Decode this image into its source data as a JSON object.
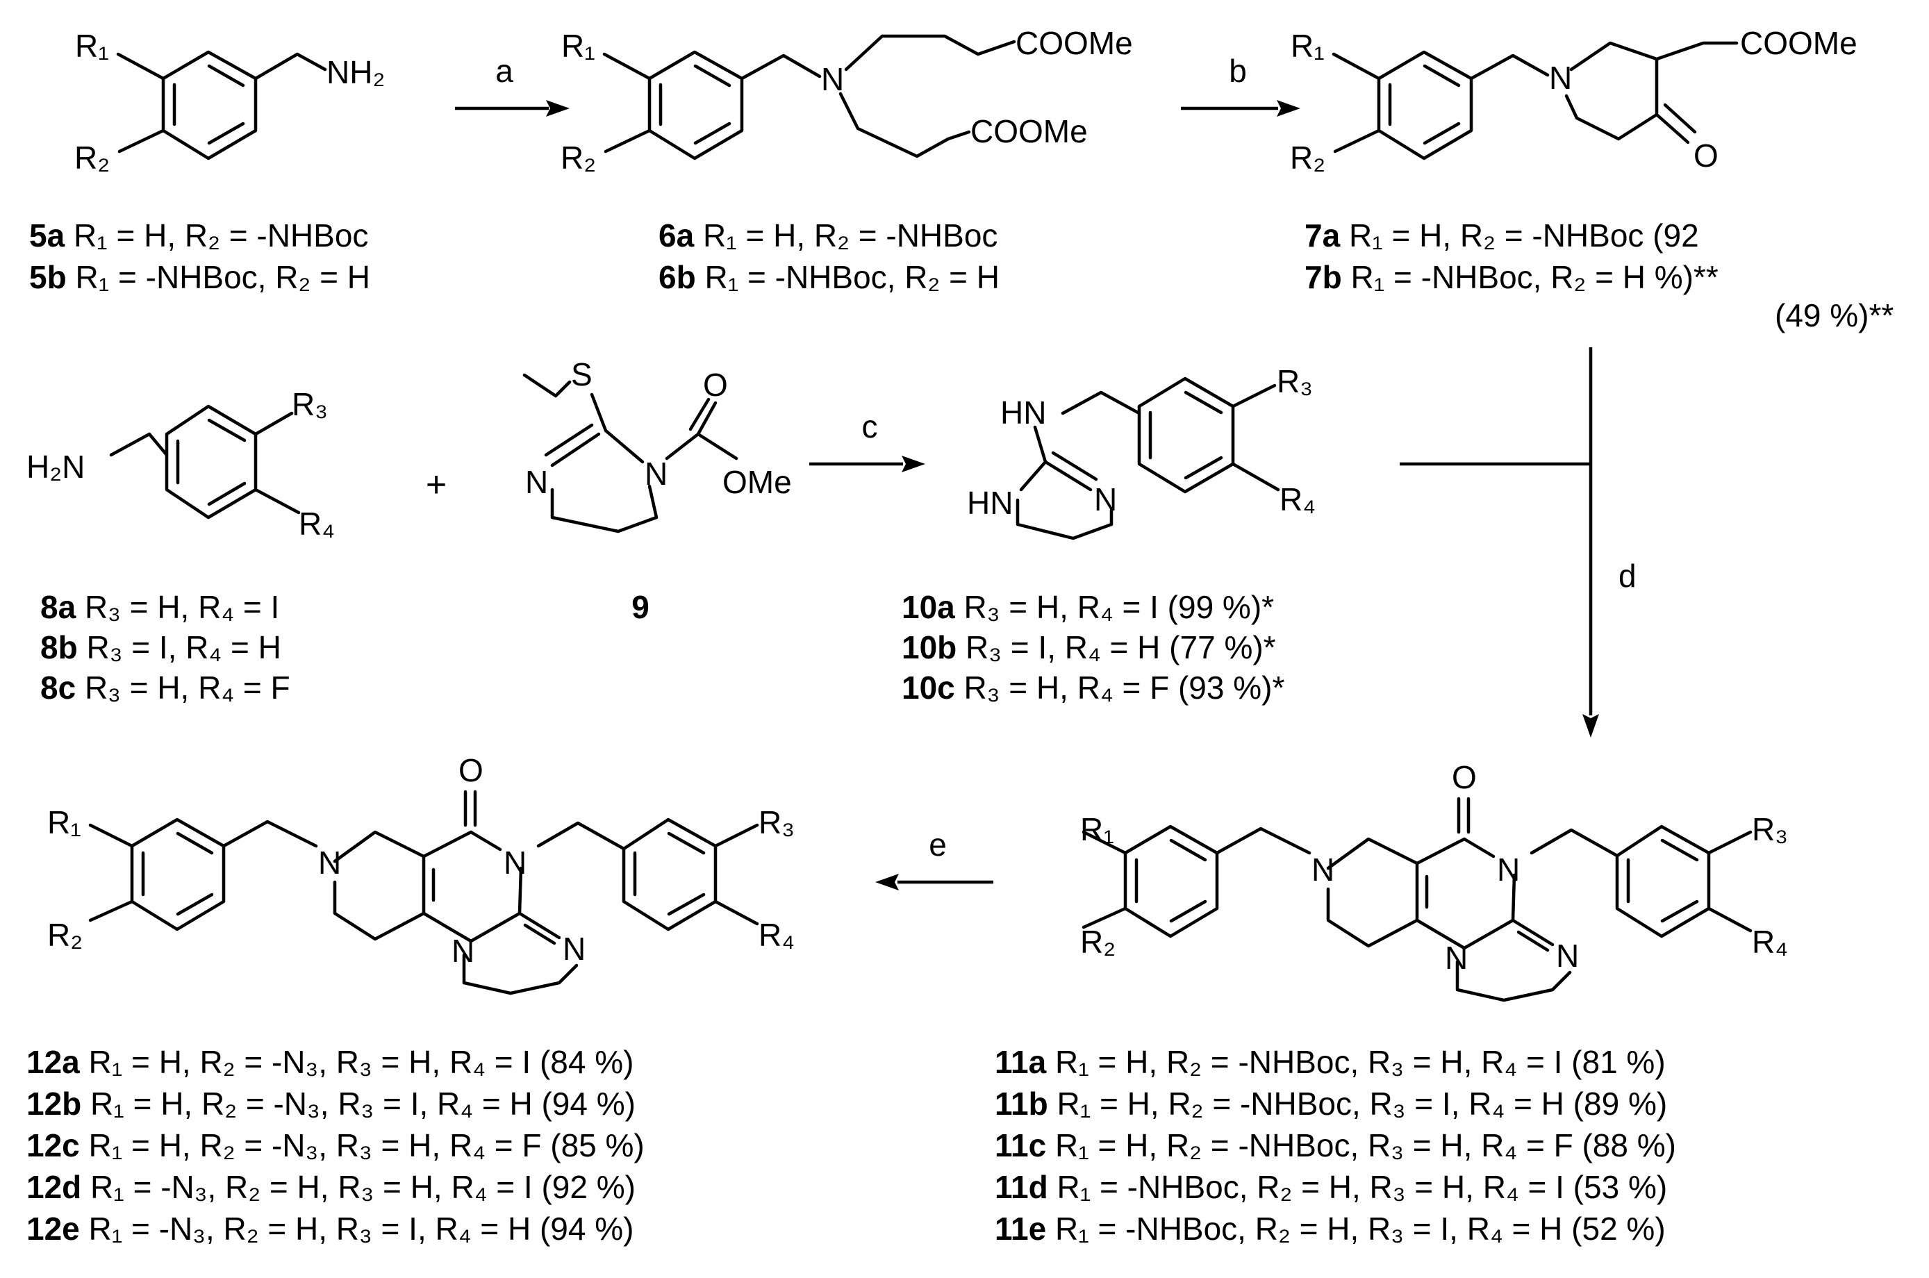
{
  "compounds": {
    "c5": {
      "atoms": {
        "r1": "R₁",
        "r2": "R₂",
        "nh2": "NH₂"
      },
      "rows": [
        {
          "id": "5a",
          "text": "R₁ =  H, R₂ = -NHBoc"
        },
        {
          "id": "5b",
          "text": "R₁ = -NHBoc, R₂  = H"
        }
      ]
    },
    "c6": {
      "atoms": {
        "r1": "R₁",
        "r2": "R₂",
        "n": "N",
        "ester1": "COOMe",
        "ester2": "COOMe"
      },
      "rows": [
        {
          "id": "6a",
          "text": "R₁ =  H, R₂ = -NHBoc"
        },
        {
          "id": "6b",
          "text": "R₁ = -NHBoc, R₂  = H"
        }
      ]
    },
    "c7": {
      "atoms": {
        "r1": "R₁",
        "r2": "R₂",
        "n": "N",
        "ester": "COOMe",
        "o": "O"
      },
      "rows": [
        {
          "id": "7a",
          "text": "R₁ =  H, R₂ = -NHBoc  (92"
        },
        {
          "id": "7b",
          "text": "R₁ = -NHBoc, R₂  = H  %)**"
        }
      ],
      "extra": "(49 %)**"
    },
    "c8": {
      "atoms": {
        "h2n": "H₂N",
        "r3": "R₃",
        "r4": "R₄"
      },
      "rows": [
        {
          "id": "8a",
          "text": "R₃ = H, R₄ = I"
        },
        {
          "id": "8b",
          "text": "R₃ = I, R₄ = H"
        },
        {
          "id": "8c",
          "text": "R₃ = H, R₄ = F"
        }
      ]
    },
    "c9": {
      "id": "9",
      "atoms": {
        "s": "S",
        "n1": "N",
        "n2": "N",
        "o": "O",
        "ome": "OMe"
      }
    },
    "c10": {
      "atoms": {
        "hn1": "HN",
        "hn2": "HN",
        "n": "N",
        "r3": "R₃",
        "r4": "R₄"
      },
      "rows": [
        {
          "id": "10a",
          "text": "R₃ = H, R₄ = I   (99 %)*"
        },
        {
          "id": "10b",
          "text": "R₃ = I, R₄ = H   (77 %)*"
        },
        {
          "id": "10c",
          "text": "R₃ = H, R₄ = F  (93 %)*"
        }
      ]
    },
    "c11": {
      "atoms": {
        "r1": "R₁",
        "r2": "R₂",
        "r3": "R₃",
        "r4": "R₄",
        "n1": "N",
        "n2": "N",
        "n3": "N",
        "n4": "N",
        "o": "O"
      },
      "rows": [
        {
          "id": "11a",
          "text": "R₁ =  H, R₂ = -NHBoc, R₃ = H, R₄ = I  (81 %)"
        },
        {
          "id": "11b",
          "text": "R₁ =  H, R₂ = -NHBoc, R₃ = I, R₄ = H  (89 %)"
        },
        {
          "id": "11c",
          "text": "R₁ =  H, R₂ = -NHBoc, R₃ = H, R₄ = F (88 %)"
        },
        {
          "id": "11d",
          "text": "R₁ = -NHBoc, R₂  = H, R₃ = H, R₄ = I  (53 %)"
        },
        {
          "id": "11e",
          "text": "R₁ = -NHBoc, R₂  = H, R₃ = I, R₄ = H  (52 %)"
        }
      ]
    },
    "c12": {
      "atoms": {
        "r1": "R₁",
        "r2": "R₂",
        "r3": "R₃",
        "r4": "R₄",
        "n1": "N",
        "n2": "N",
        "n3": "N",
        "n4": "N",
        "o": "O"
      },
      "rows": [
        {
          "id": "12a",
          "text": "R₁ =  H, R₂ = -N₃, R₃ = H, R₄ = I  (84 %)"
        },
        {
          "id": "12b",
          "text": "R₁ =  H, R₂ = -N₃, R₃ = I, R₄ = H  (94 %)"
        },
        {
          "id": "12c",
          "text": "R₁ =  H, R₂ = -N₃, R₃ = H, R₄ = F (85 %)"
        },
        {
          "id": "12d",
          "text": "R₁ = -N₃, R₂  = H, R₃ = H, R₄ = I  (92 %)"
        },
        {
          "id": "12e",
          "text": "R₁ = -N₃, R₂  = H, R₃ = I, R₄ = H  (94 %)"
        }
      ]
    }
  },
  "steps": {
    "a": "a",
    "b": "b",
    "c": "c",
    "d": "d",
    "e": "e"
  },
  "misc": {
    "plus": "+"
  }
}
